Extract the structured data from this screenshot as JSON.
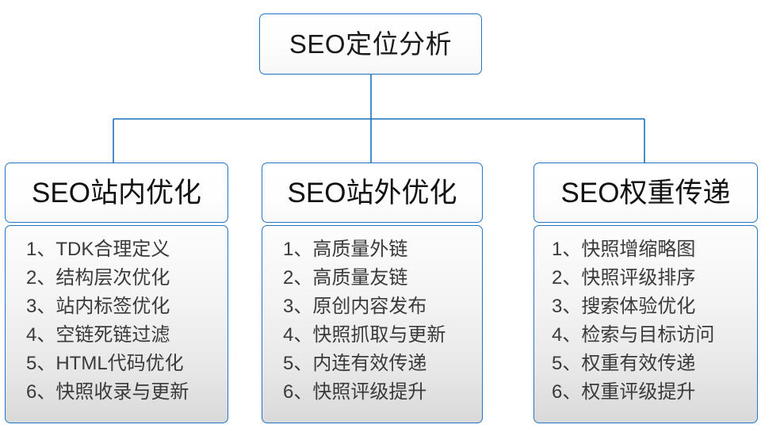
{
  "diagram": {
    "root": {
      "label": "SEO定位分析"
    },
    "branches": [
      {
        "header": "SEO站内优化",
        "items": [
          "1、TDK合理定义",
          "2、结构层次优化",
          "3、站内标签优化",
          "4、空链死链过滤",
          "5、HTML代码优化",
          "6、快照收录与更新"
        ]
      },
      {
        "header": "SEO站外优化",
        "items": [
          "1、高质量外链",
          "2、高质量友链",
          "3、原创内容发布",
          "4、快照抓取与更新",
          "5、内连有效传递",
          "6、快照评级提升"
        ]
      },
      {
        "header": "SEO权重传递",
        "items": [
          "1、快照增缩略图",
          "2、快照评级排序",
          "3、搜索体验优化",
          "4、检索与目标访问",
          "5、权重有效传递",
          "6、权重评级提升"
        ]
      }
    ],
    "colors": {
      "border": "#2277c4",
      "connector": "#1f6fb8",
      "text": "#1a1a1a",
      "item_text": "#3a3a3a",
      "background": "#ffffff"
    }
  }
}
